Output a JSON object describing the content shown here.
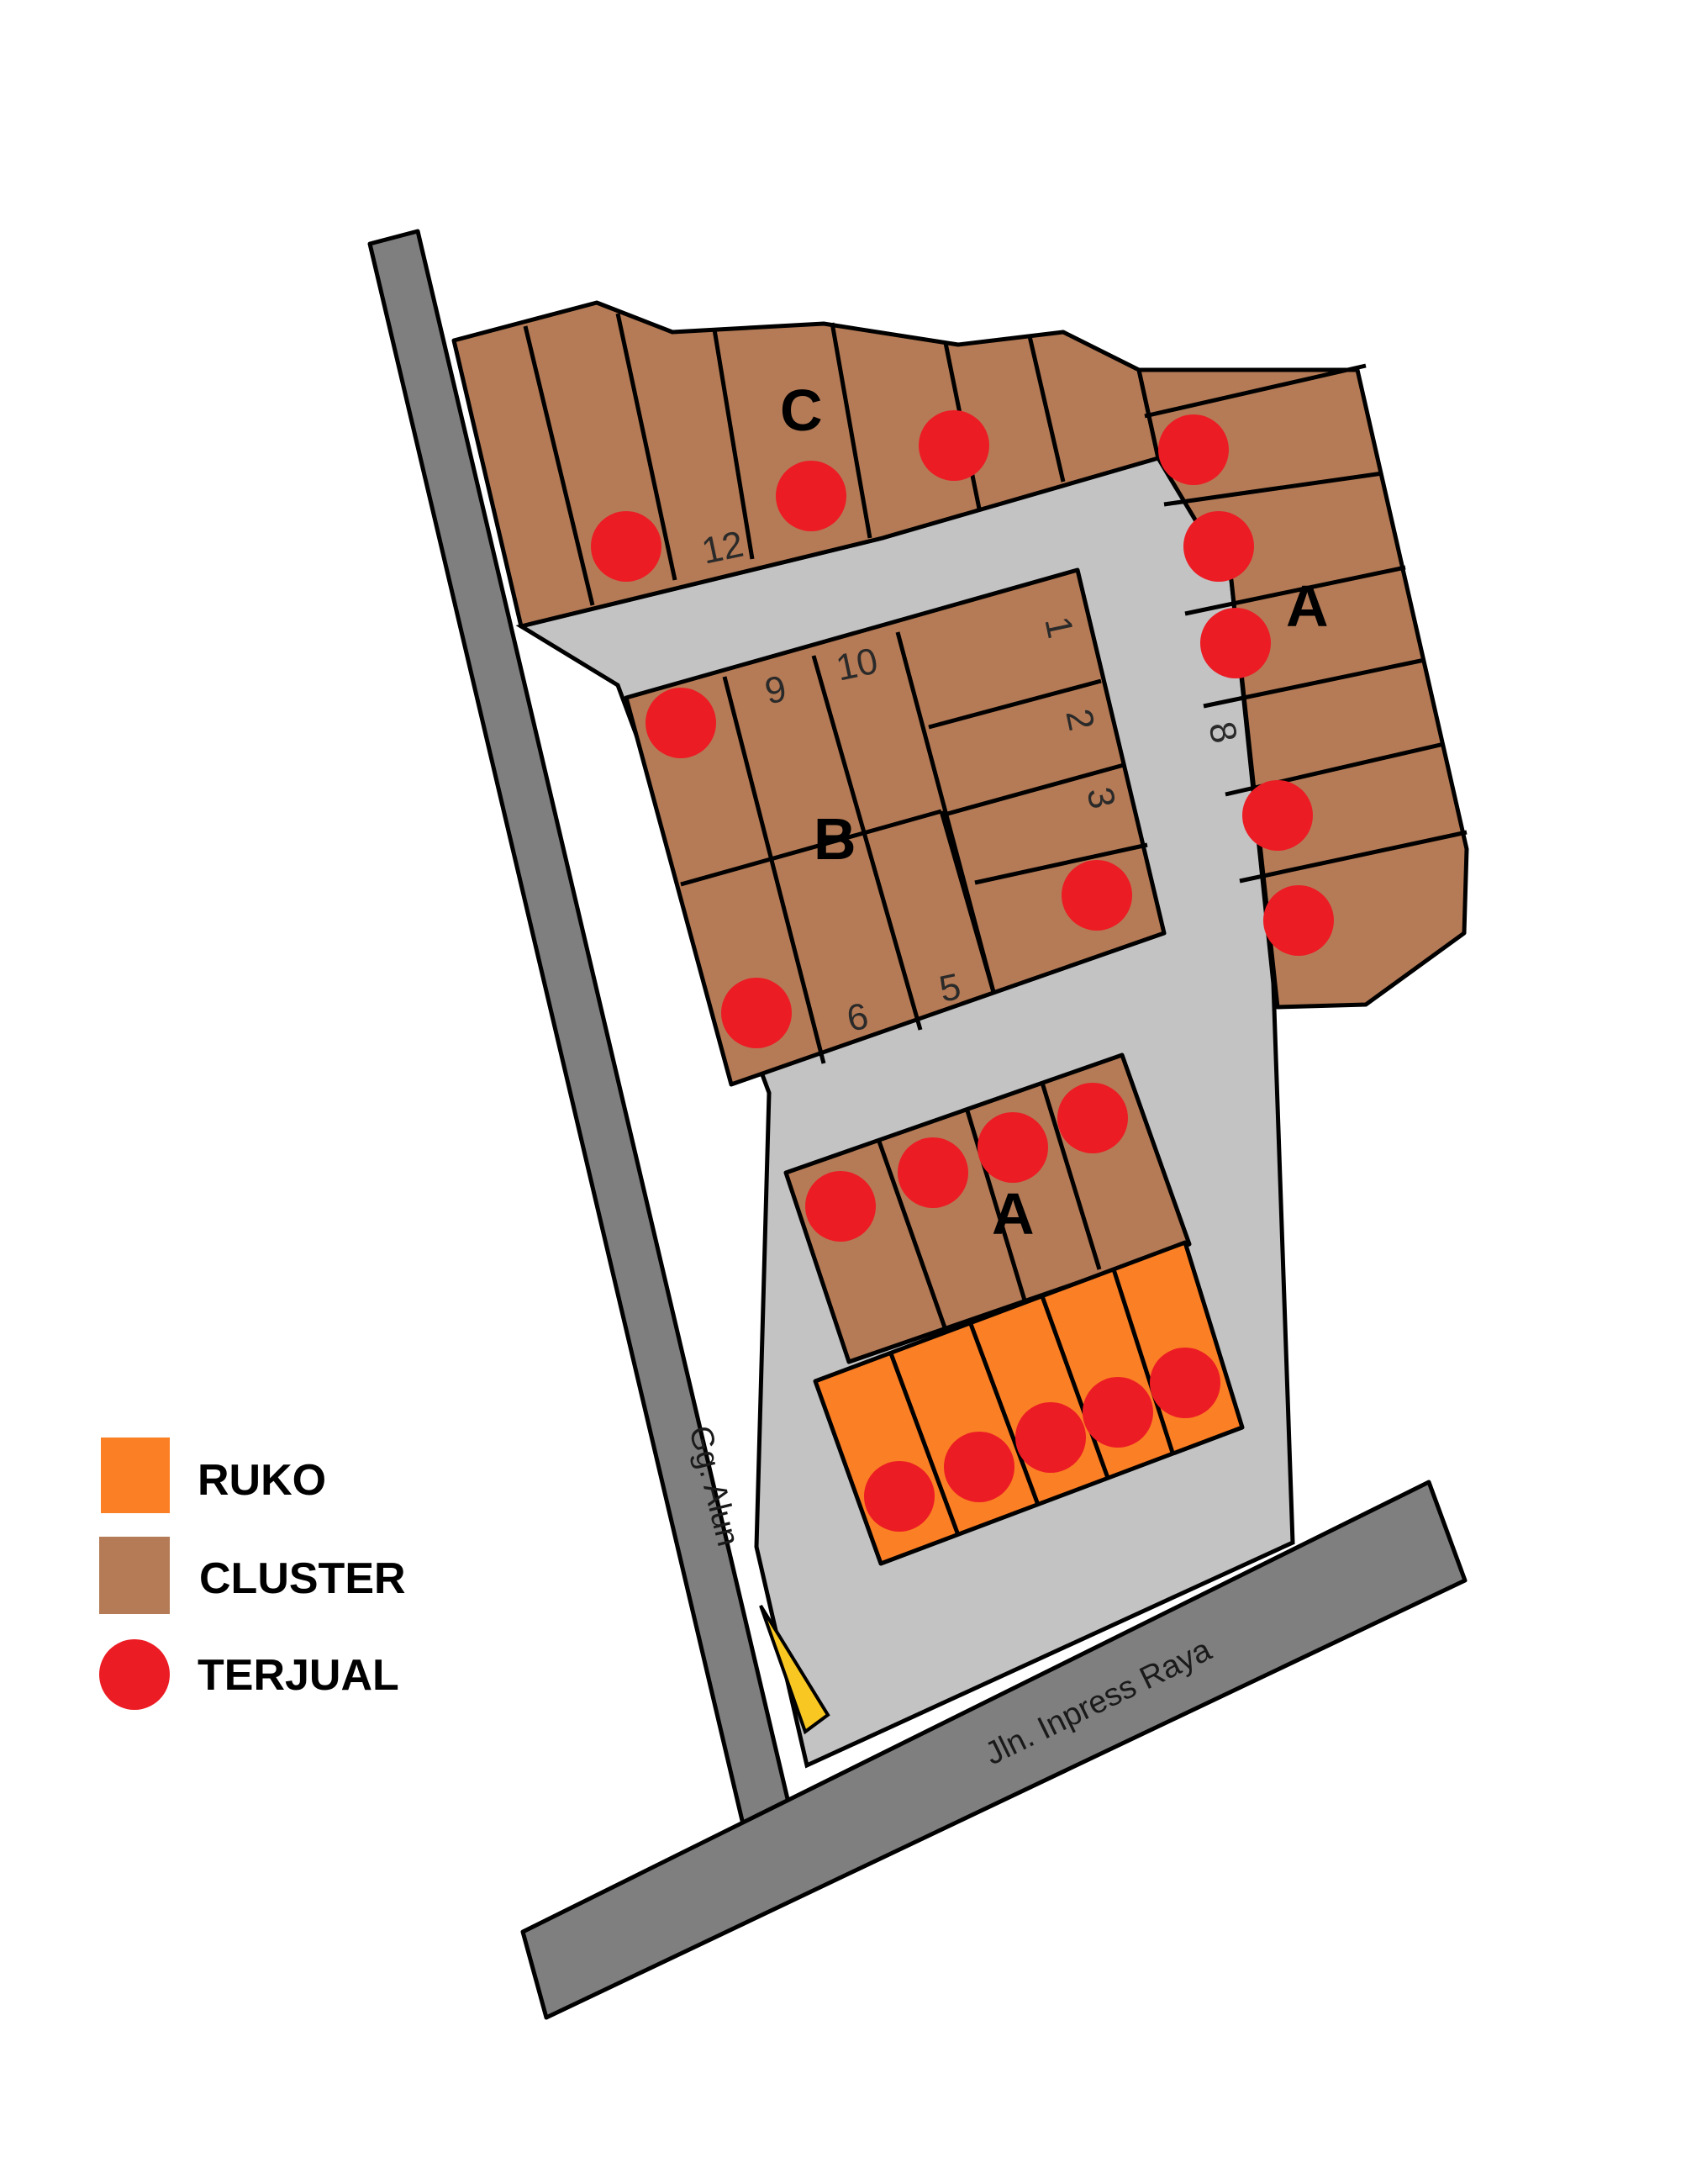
{
  "colors": {
    "ruko": "#fb7f25",
    "cluster": "#b57b56",
    "sold": "#ec1c24",
    "road": "#7f7f7f",
    "inner_road": "#c3c3c3",
    "outline": "#000000",
    "accent": "#f8c722"
  },
  "blocks": {
    "c": "C",
    "b": "B",
    "a_east": "A",
    "a_south": "A"
  },
  "streets": {
    "west": "Gg. Alun",
    "south": "Jln. Inpress Raya"
  },
  "lots": {
    "c": [
      "12"
    ],
    "b": [
      "9",
      "10",
      "1",
      "2",
      "3",
      "5",
      "6"
    ],
    "a_east": [
      "8"
    ]
  },
  "legend": [
    {
      "label": "RUKO",
      "type": "ruko-swatch"
    },
    {
      "label": "CLUSTER",
      "type": "cluster-swatch"
    },
    {
      "label": "TERJUAL",
      "type": "sold-marker"
    }
  ]
}
